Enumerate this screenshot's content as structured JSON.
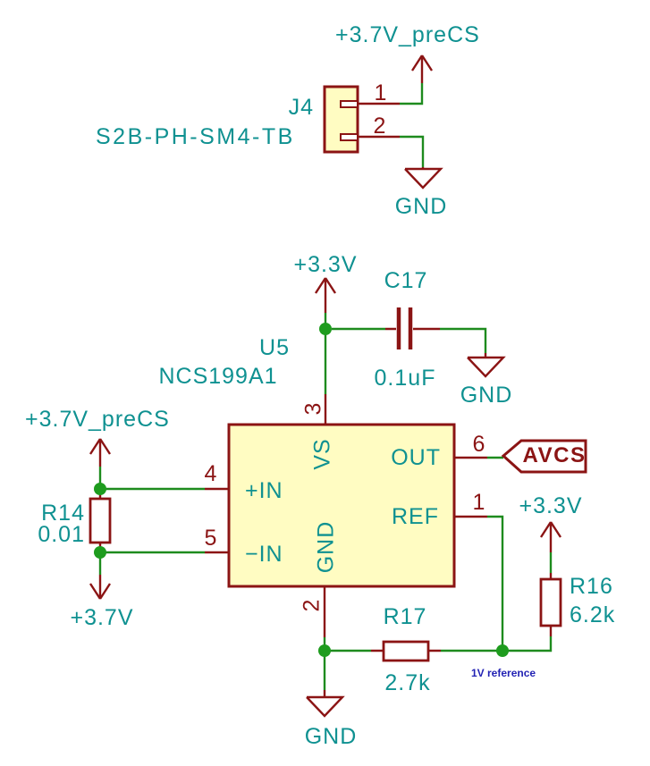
{
  "colors": {
    "wire_green": "#1e8b1e",
    "junction_green": "#1e9c1e",
    "symbol_red": "#8b1414",
    "label_teal": "#0f9191",
    "component_fill": "#fffcc2",
    "note_blue": "#2323b4",
    "background": "#ffffff"
  },
  "connector_j4": {
    "reference": "J4",
    "value": "S2B-PH-SM4-TB",
    "pin1_number": "1",
    "pin2_number": "2"
  },
  "power_nets": {
    "v37_precs": "+3.7V_preCS",
    "v33": "+3.3V",
    "v37": "+3.7V",
    "gnd": "GND"
  },
  "ic_u5": {
    "reference": "U5",
    "value": "NCS199A1",
    "pins": {
      "vs": {
        "number": "3",
        "name": "VS"
      },
      "in_plus": {
        "number": "4",
        "name": "+IN"
      },
      "in_minus": {
        "number": "5",
        "name": "−IN"
      },
      "gnd": {
        "number": "2",
        "name": "GND"
      },
      "out": {
        "number": "6",
        "name": "OUT"
      },
      "ref": {
        "number": "1",
        "name": "REF"
      }
    }
  },
  "capacitor_c17": {
    "reference": "C17",
    "value": "0.1uF"
  },
  "resistor_r14": {
    "reference": "R14",
    "value": "0.01"
  },
  "resistor_r16": {
    "reference": "R16",
    "value": "6.2k"
  },
  "resistor_r17": {
    "reference": "R17",
    "value": "2.7k"
  },
  "global_label_avcs": {
    "text": "AVCS"
  },
  "annotation": {
    "text": "1V reference"
  }
}
